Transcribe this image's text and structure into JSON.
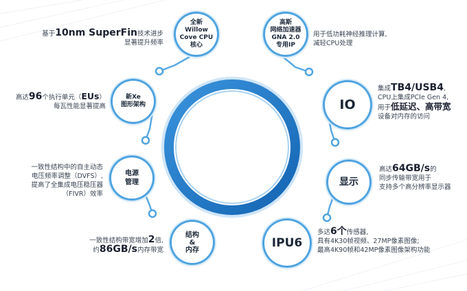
{
  "colors": {
    "ring": "#1f78c8",
    "ring_light": "#4fa3df",
    "text": "#3a4453"
  },
  "nodes": {
    "willow": "全新\nWillow\nCove CPU\n核心",
    "gna": "高斯\n网络加速器\nGNA 2.0\n专用IP",
    "xe": "新Xe\n图形架构",
    "io": "IO",
    "power": "电源\n管理",
    "display": "显示",
    "memory": "结构\n&\n内存",
    "ipu": "IPU6"
  },
  "desc": {
    "willow": {
      "a": "基于",
      "b": "10nm SuperFin",
      "c": "技术进步",
      "d": "显著提升频率"
    },
    "gna": {
      "a": "用于低功耗神经推理计算,",
      "b": "减轻CPU处理"
    },
    "xe": {
      "a": "高达",
      "b": "96",
      "c": "个执行单元（",
      "d": "EUs",
      "e": "）",
      "f": "每瓦性能显著提高"
    },
    "io": {
      "a": "集成",
      "b": "TB4/USB4",
      "c": ",",
      "d": "CPU上集成PCIe Gen 4,",
      "e": "用于",
      "f": "低延迟、高带宽",
      "g": "设备对内存的访问"
    },
    "power": {
      "a": "一致性结构中的自主动态",
      "b": "电压频率调整（DVFS）,",
      "c": "提高了全集成电压稳压器",
      "d": "（FIVR）效率"
    },
    "display": {
      "a": "高达",
      "b": "64GB/s",
      "c": "的",
      "d": "同步传输带宽用于",
      "e": "支持多个高分辨率显示器"
    },
    "memory": {
      "a": "一致性结构带宽增加",
      "b": "2",
      "c": "倍,",
      "d": "约",
      "e": "86GB/s",
      "f": "内存带宽"
    },
    "ipu": {
      "a": "多达",
      "b": "6个",
      "c": "传感器,",
      "d": "具有4K30帧视频、27MP像素图像;",
      "e": "最高4K90帧和42MP像素图像架构功能"
    }
  }
}
